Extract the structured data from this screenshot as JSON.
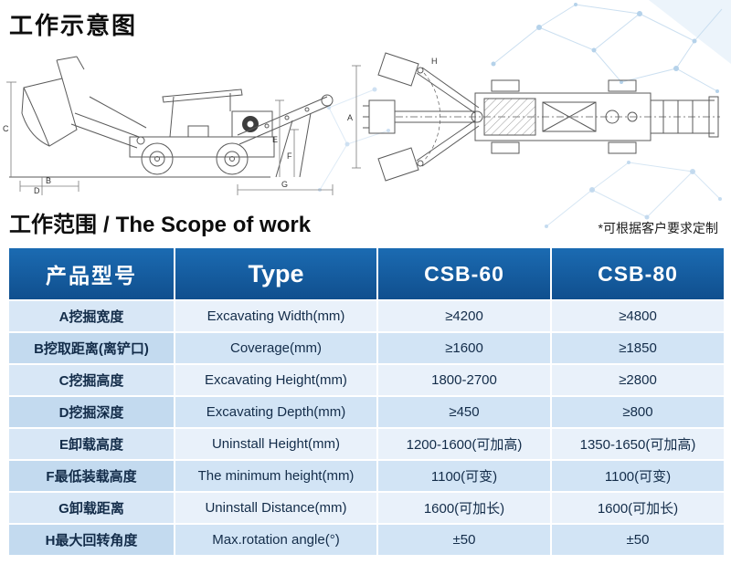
{
  "page": {
    "title": "工作示意图",
    "scope_heading_zh": "工作范围",
    "scope_heading_divider": "/",
    "scope_heading_en": "The Scope of work",
    "customization_note": "*可根据客户要求定制"
  },
  "dims": {
    "a": "A",
    "b": "B",
    "c": "C",
    "d": "D",
    "e": "E",
    "f": "F",
    "g": "G",
    "h": "H"
  },
  "table": {
    "headers": {
      "model": "产品型号",
      "type": "Type",
      "csb60": "CSB-60",
      "csb80": "CSB-80"
    },
    "rows": [
      {
        "label": "A挖掘宽度",
        "type": "Excavating Width(mm)",
        "csb60": "≥4200",
        "csb80": "≥4800"
      },
      {
        "label": "B挖取距离(离铲口)",
        "type": "Coverage(mm)",
        "csb60": "≥1600",
        "csb80": "≥1850"
      },
      {
        "label": "C挖掘高度",
        "type": "Excavating Height(mm)",
        "csb60": "1800-2700",
        "csb80": "≥2800"
      },
      {
        "label": "D挖掘深度",
        "type": "Excavating Depth(mm)",
        "csb60": "≥450",
        "csb80": "≥800"
      },
      {
        "label": "E卸载高度",
        "type": "Uninstall Height(mm)",
        "csb60": "1200-1600(可加高)",
        "csb80": "1350-1650(可加高)"
      },
      {
        "label": "F最低装载高度",
        "type": "The minimum height(mm)",
        "csb60": "1100(可变)",
        "csb80": "1100(可变)"
      },
      {
        "label": "G卸载距离",
        "type": "Uninstall Distance(mm)",
        "csb60": "1600(可加长)",
        "csb80": "1600(可加长)"
      },
      {
        "label": "H最大回转角度",
        "type": "Max.rotation angle(°)",
        "csb60": "±50",
        "csb80": "±50"
      }
    ]
  },
  "colors": {
    "header_bg_top": "#1b6bb2",
    "header_bg_bottom": "#104f8e",
    "row_light": "#e9f1fa",
    "row_dark": "#d2e4f5",
    "label_light": "#d8e7f6",
    "label_dark": "#c3daef",
    "deco_line": "#c6dcef"
  }
}
